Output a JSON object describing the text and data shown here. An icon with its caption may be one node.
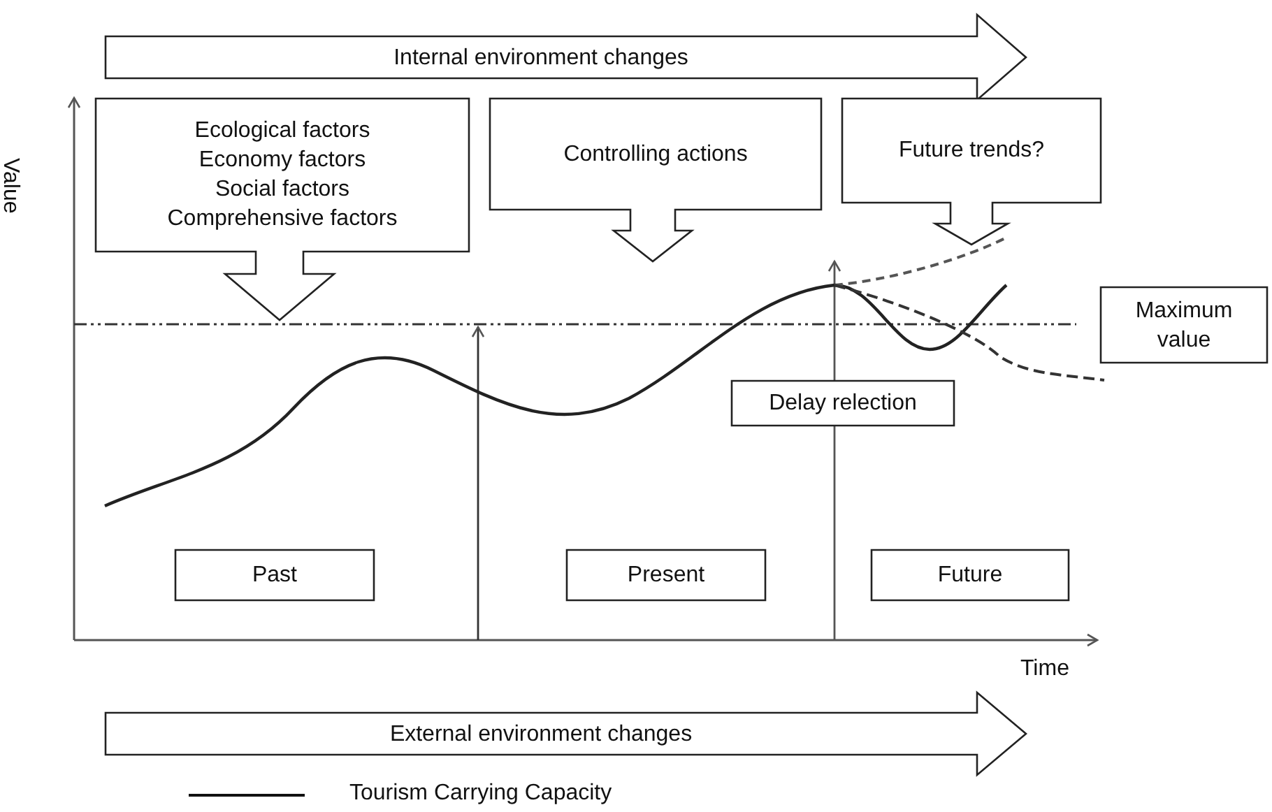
{
  "diagram": {
    "nodes": [
      {
        "text": [
          "Internal environment changes"
        ]
      },
      {
        "text": [
          "Ecological factors",
          "Economy factors",
          "Social factors",
          "Comprehensive factors"
        ]
      },
      {
        "text": [
          "Controlling actions"
        ]
      },
      {
        "text": [
          "Future trends?"
        ]
      },
      {
        "text": [
          "Maximum value"
        ]
      },
      {
        "text": [
          "Delay relection"
        ]
      },
      {
        "text": [
          "Past"
        ]
      },
      {
        "text": [
          "Present"
        ]
      },
      {
        "text": [
          "Future"
        ]
      },
      {
        "text": [
          "External environment changes"
        ]
      }
    ],
    "labels": [
      "Value",
      "Time"
    ],
    "legend": [
      {
        "text": "Tourism Carrying Capacity"
      }
    ]
  }
}
